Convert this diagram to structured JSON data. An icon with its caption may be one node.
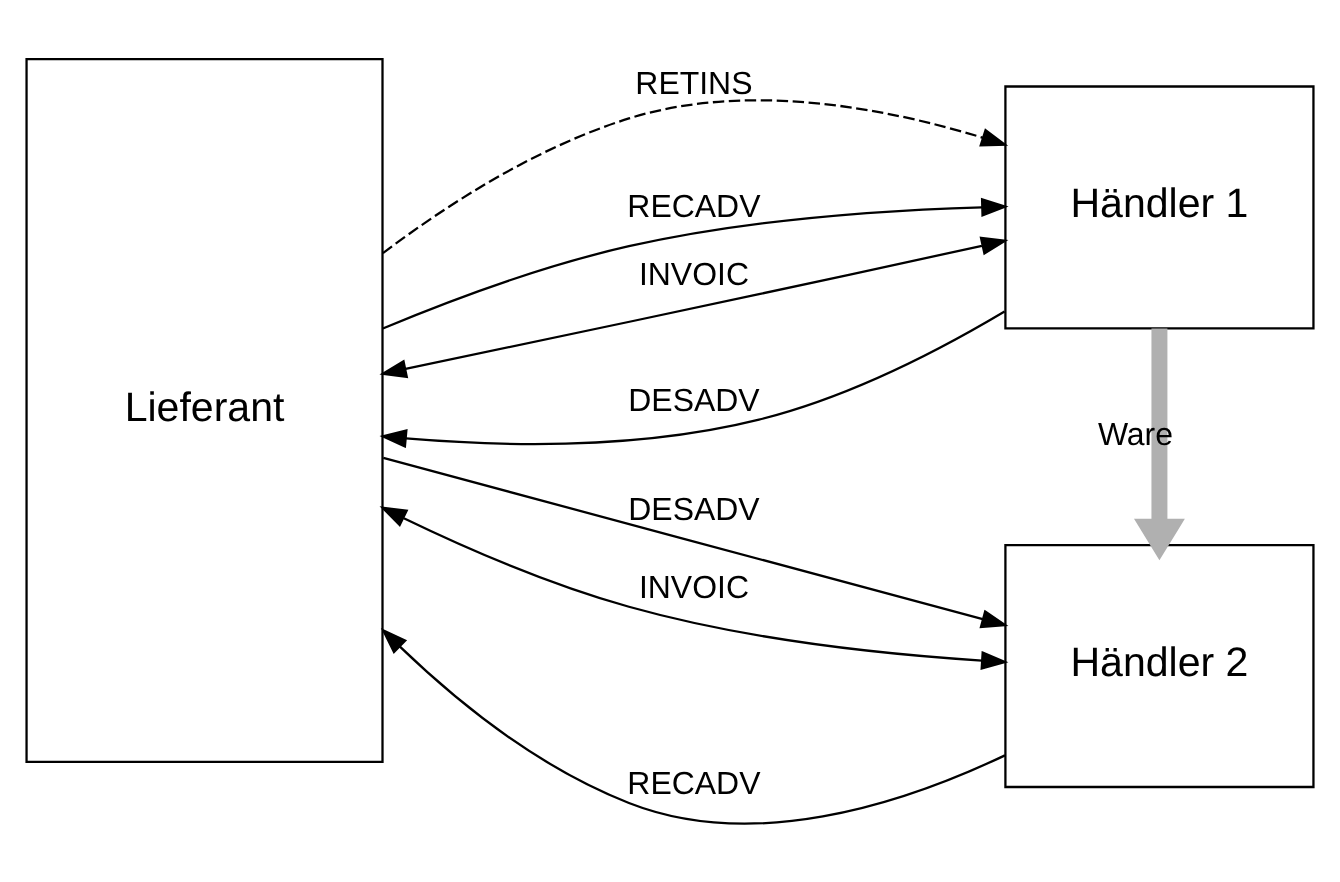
{
  "diagram": {
    "nodes": [
      {
        "text": [
          "Lieferant"
        ]
      },
      {
        "text": [
          "Händler 1"
        ]
      },
      {
        "text": [
          "Händler 2"
        ]
      }
    ],
    "edges": [
      {
        "from": 0,
        "to": 1,
        "arrow": "to",
        "label": "RETINS",
        "style": "dashed"
      },
      {
        "from": 1,
        "to": 0,
        "arrow": "to",
        "label": "DESADV"
      },
      {
        "from": 0,
        "to": 1,
        "arrow": "to",
        "label": "RECADV"
      },
      {
        "from": 0,
        "to": 1,
        "arrow": "both",
        "label": "INVOIC"
      },
      {
        "from": 1,
        "to": 2,
        "arrow": "to",
        "label": "Ware",
        "style": "thick",
        "color": "#b0b0b0"
      },
      {
        "from": 0,
        "to": 2,
        "arrow": "to",
        "label": "DESADV"
      },
      {
        "from": 2,
        "to": 0,
        "arrow": "to",
        "label": "RECADV"
      },
      {
        "from": 0,
        "to": 2,
        "arrow": "both",
        "label": "INVOIC"
      }
    ]
  }
}
